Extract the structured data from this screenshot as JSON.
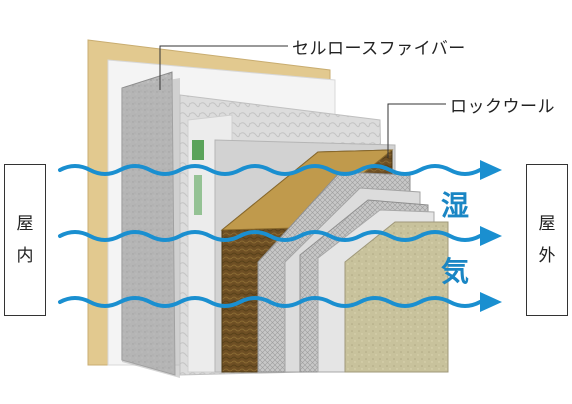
{
  "labels": {
    "indoor": [
      "屋",
      "内"
    ],
    "outdoor": [
      "屋",
      "外"
    ],
    "cellulose_fiber": "セルロースファイバー",
    "rock_wool": "ロックウール",
    "moisture": [
      "湿",
      "気"
    ]
  },
  "colors": {
    "wave": "#1a8fd0",
    "moisture_text": "#1a86c4",
    "inner_board": "#ddc58a",
    "cellulose": "#b9b9b9",
    "rock_wool": "#7a5a2a",
    "outer_finish": "#c9c29a"
  },
  "icons": {
    "flow_arrow": "arrow-right-icon"
  }
}
